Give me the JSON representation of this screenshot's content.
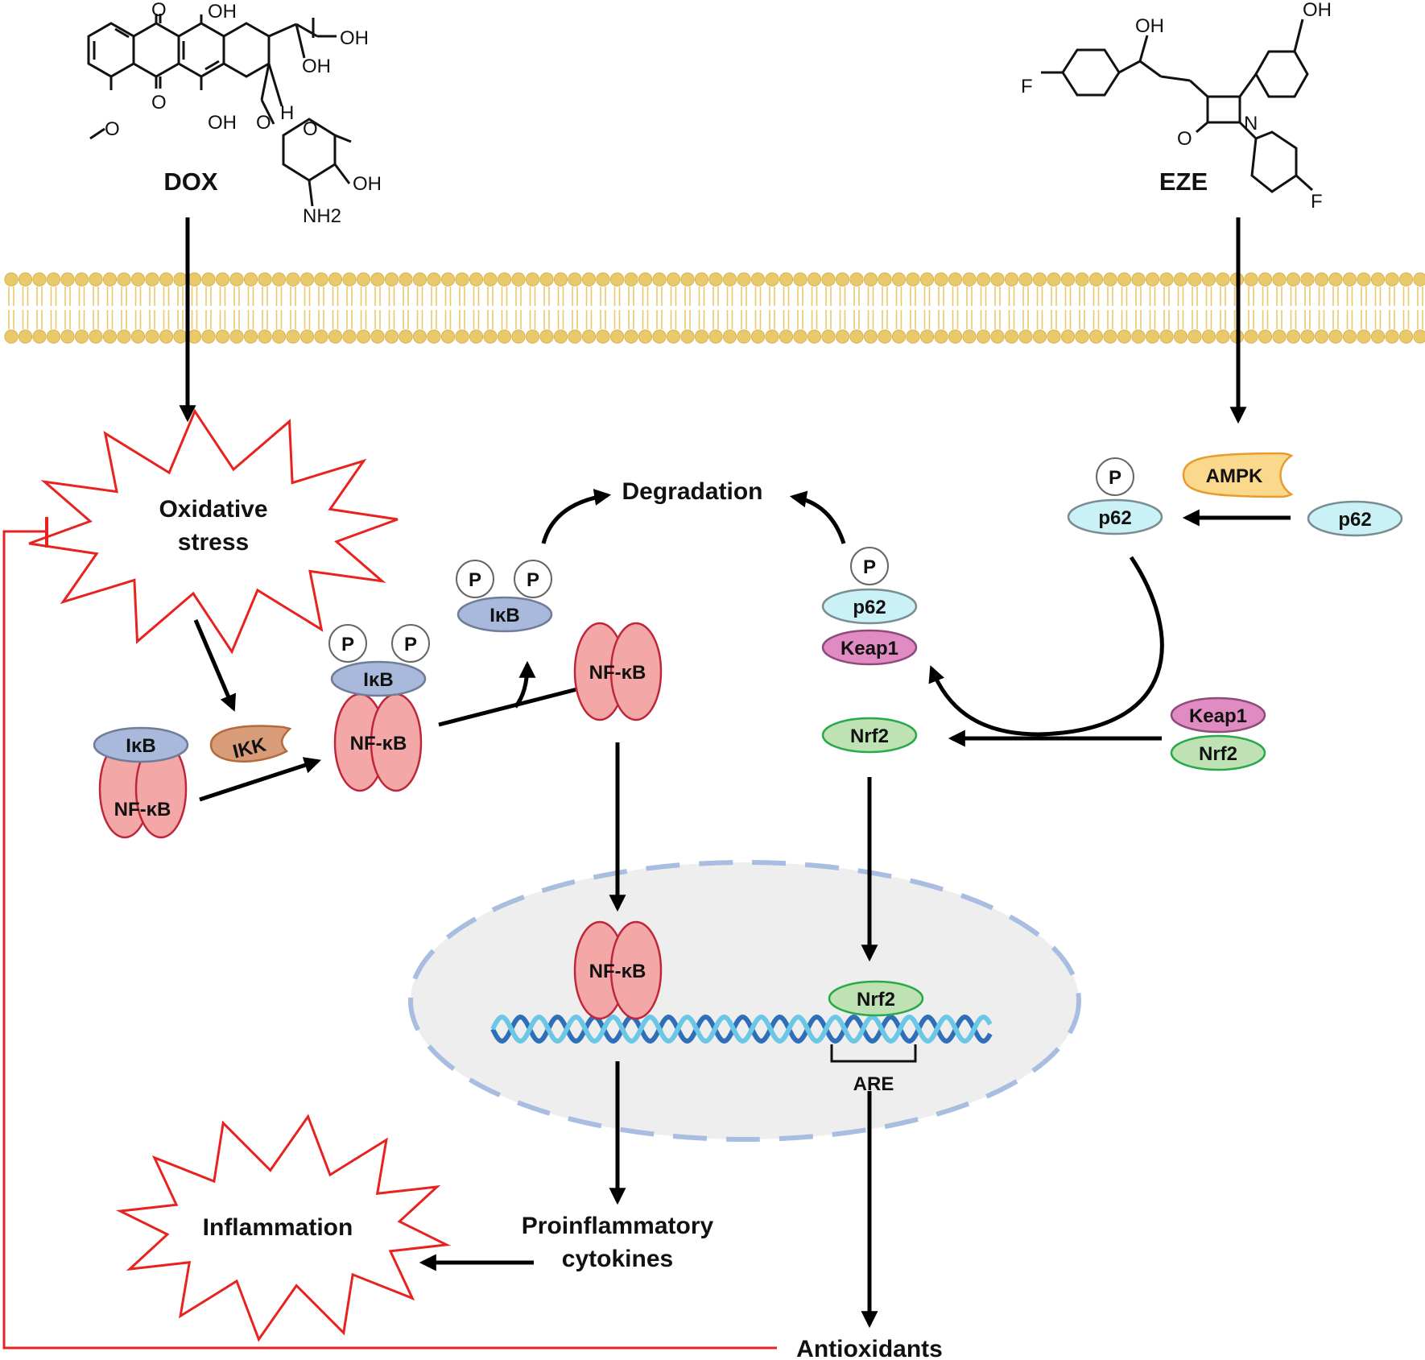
{
  "drugs": {
    "dox": {
      "name": "DOX",
      "atoms": [
        "OH",
        "O",
        "OH",
        "OH",
        "O",
        "OH",
        "H",
        "O",
        "O",
        "O",
        "OH",
        "NH2"
      ]
    },
    "eze": {
      "name": "EZE",
      "atoms": [
        "OH",
        "OH",
        "F",
        "O",
        "N",
        "F"
      ]
    }
  },
  "stress": {
    "line1": "Oxidative",
    "line2": "stress",
    "inflammation": "Inflammation"
  },
  "proteins": {
    "ikb": "IκB",
    "nfkb": "NF-κB",
    "ikk": "IKK",
    "p": "P",
    "p62": "p62",
    "keap1": "Keap1",
    "nrf2": "Nrf2",
    "ampk": "AMPK"
  },
  "labels": {
    "degradation": "Degradation",
    "cytokines_line1": "Proinflammatory",
    "cytokines_line2": "cytokines",
    "are": "ARE",
    "antioxidants": "Antioxidants"
  },
  "colors": {
    "ikb": "#a9b9dc",
    "nfkb": "#f3a7a7",
    "ikk": "#d89c78",
    "p62": "#c9f1f6",
    "keap1": "#e08bc2",
    "nrf2": "#bfe2b5",
    "ampk": "#fbd98c",
    "inhibition": "#e8221f",
    "nucleus": "#eeeeee",
    "membrane": "#e9c96b"
  }
}
